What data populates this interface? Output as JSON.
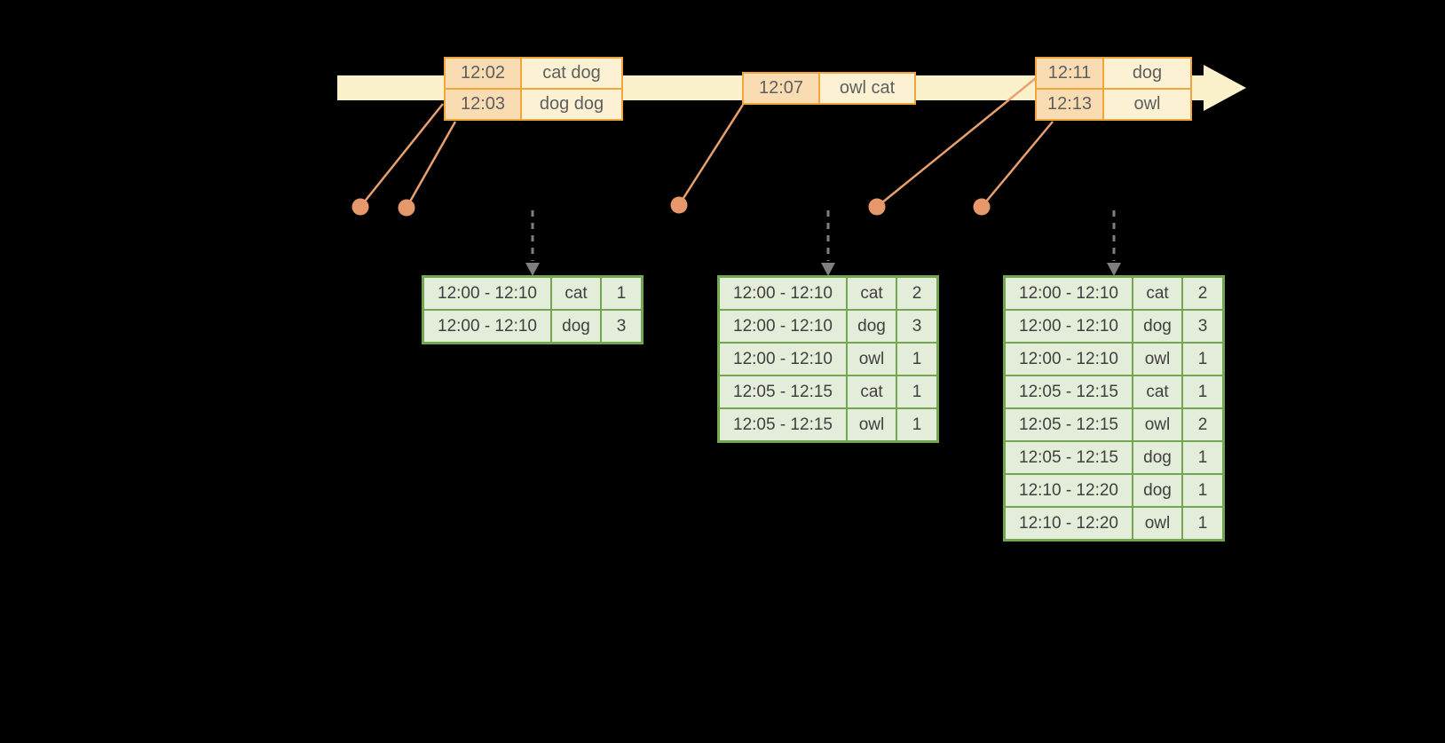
{
  "diagram": {
    "kind": "streaming-windowed-counts-timeline"
  },
  "colors": {
    "background": "#000000",
    "timeline_fill": "#FBF1CA",
    "event_table_border": "#F0A63C",
    "event_time_cell_fill": "#FADCB3",
    "event_word_cell_fill": "#FCF2D3",
    "event_text": "#5E5E5E",
    "connector_line": "#E8A06E",
    "connector_dot": "#E6986B",
    "dashed_arrow": "#7F7F7F",
    "result_table_border": "#72A650",
    "result_cell_fill": "#E3EDD9",
    "result_text": "#404040"
  },
  "event_tables": [
    {
      "rows": [
        [
          "12:02",
          "cat dog"
        ],
        [
          "12:03",
          "dog dog"
        ]
      ]
    },
    {
      "rows": [
        [
          "12:07",
          "owl cat"
        ]
      ]
    },
    {
      "rows": [
        [
          "12:11",
          "dog"
        ],
        [
          "12:13",
          "owl"
        ]
      ]
    }
  ],
  "result_tables": [
    {
      "rows": [
        [
          "12:00 - 12:10",
          "cat",
          "1"
        ],
        [
          "12:00 - 12:10",
          "dog",
          "3"
        ]
      ]
    },
    {
      "rows": [
        [
          "12:00 - 12:10",
          "cat",
          "2"
        ],
        [
          "12:00 - 12:10",
          "dog",
          "3"
        ],
        [
          "12:00 - 12:10",
          "owl",
          "1"
        ],
        [
          "12:05 - 12:15",
          "cat",
          "1"
        ],
        [
          "12:05 - 12:15",
          "owl",
          "1"
        ]
      ]
    },
    {
      "rows": [
        [
          "12:00 - 12:10",
          "cat",
          "2"
        ],
        [
          "12:00 - 12:10",
          "dog",
          "3"
        ],
        [
          "12:00 - 12:10",
          "owl",
          "1"
        ],
        [
          "12:05 - 12:15",
          "cat",
          "1"
        ],
        [
          "12:05 - 12:15",
          "owl",
          "2"
        ],
        [
          "12:05 - 12:15",
          "dog",
          "1"
        ],
        [
          "12:10 - 12:20",
          "dog",
          "1"
        ],
        [
          "12:10 - 12:20",
          "owl",
          "1"
        ]
      ]
    }
  ]
}
